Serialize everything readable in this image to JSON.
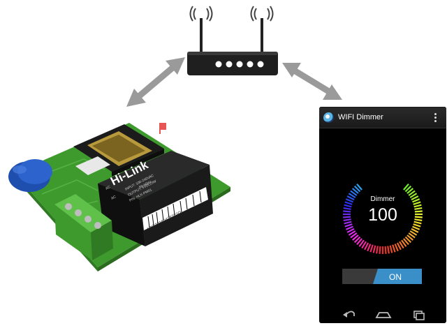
{
  "phone": {
    "app_title": "WIFI Dimmer",
    "dial_label": "Dimmer",
    "dial_value": "100",
    "toggle_label": "ON"
  },
  "module": {
    "brand_text": "Hi-Link",
    "spec_line_1": "INPUT: 100-240VAC",
    "spec_line_2": "50-60Hz",
    "spec_line_3": "OUTPUT: 5VDC/3W",
    "part_number": "P/N: HLK-PM01",
    "serial_label": "HYX20160426262O",
    "ac_label_1": "AC",
    "ac_label_2": "AC"
  },
  "colors": {
    "pcb_green": "#3f9a2e",
    "router_body": "#1f1f1f",
    "arrow_gray": "#9a9a9a",
    "toggle_blue": "#3a8fc8"
  }
}
